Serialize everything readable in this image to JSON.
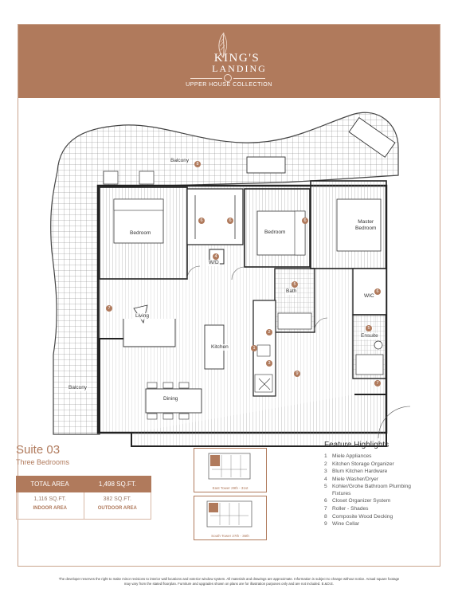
{
  "brand": {
    "name_line1": "KING'S",
    "name_line2": "LANDING",
    "collection": "UPPER HOUSE COLLECTION"
  },
  "floorplan": {
    "rooms": {
      "balcony_top": "Balcony",
      "bedroom_left": "Bedroom",
      "wd": "W/D",
      "bedroom_mid": "Bedroom",
      "master": "Master\nBedroom",
      "bath": "Bath",
      "wic": "WIC",
      "living": "Living",
      "kitchen": "Kitchen",
      "ensuite": "Ensuite",
      "dining": "Dining",
      "balcony_left": "Balcony"
    },
    "markers": {
      "m8": "8",
      "m4": "4",
      "m6a": "6",
      "m6b": "6",
      "m6c": "6",
      "m5a": "5",
      "m7": "7",
      "m1": "1",
      "m2": "2",
      "m3": "3",
      "m9": "9",
      "m5b": "5",
      "m6d": "6",
      "m7b": "7"
    }
  },
  "suite": {
    "title": "Suite 03",
    "subtitle": "Three Bedrooms"
  },
  "area": {
    "total_label": "TOTAL AREA",
    "total_value": "1,498 SQ.FT.",
    "indoor_value": "1,116 SQ.FT.",
    "indoor_label": "INDOOR AREA",
    "outdoor_value": "382 SQ.FT.",
    "outdoor_label": "OUTDOOR AREA"
  },
  "keyplans": {
    "east": "East Tower 29th - 31st",
    "south": "South Tower 27th - 36th"
  },
  "features": {
    "title": "Feature Highlights",
    "items": [
      {
        "num": "1",
        "text": "Miele Appliances"
      },
      {
        "num": "2",
        "text": "Kitchen Storage Organizer"
      },
      {
        "num": "3",
        "text": "Blum Kitchen Hardware"
      },
      {
        "num": "4",
        "text": "Miele Washer/Dryer"
      },
      {
        "num": "5",
        "text": "Kohler/Grohe Bathroom Plumbing Fixtures"
      },
      {
        "num": "6",
        "text": "Closet Organizer System"
      },
      {
        "num": "7",
        "text": "Roller - Shades"
      },
      {
        "num": "8",
        "text": "Composite Wood Decking"
      },
      {
        "num": "9",
        "text": "Wine Cellar"
      }
    ]
  },
  "disclaimer": "The developer reserves the right to make minor revisions to interior wall locations and exterior window system. All materials and drawings are approximate. Information is subject to change without notice. Actual square footage may vary from the stated floorplan. Furniture and upgrades shown on plans are for illustration purposes only and are not included. E.&O.E.",
  "colors": {
    "brand": "#b07a5c",
    "border": "#c9a48e"
  }
}
